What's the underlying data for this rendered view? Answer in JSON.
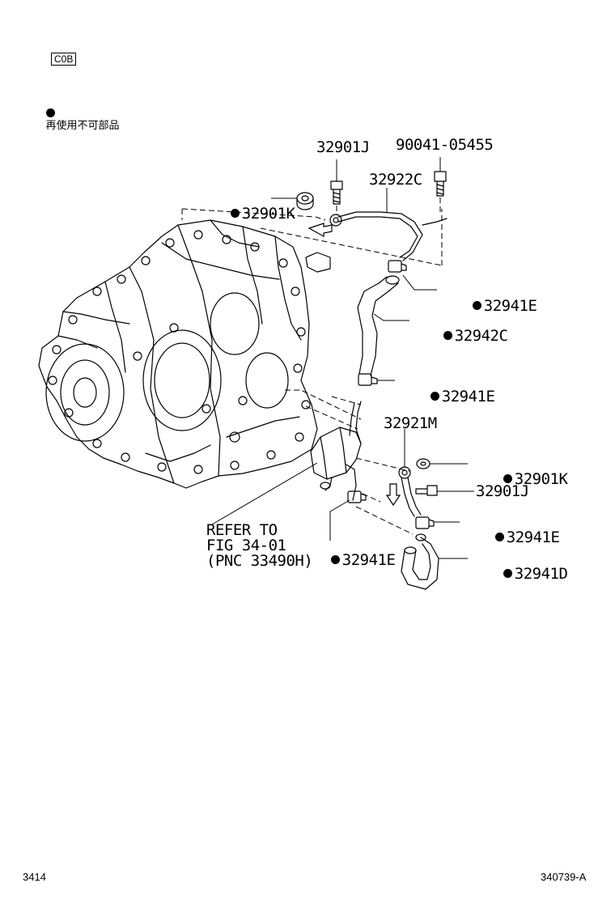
{
  "header": {
    "code_box": "C0B",
    "legend_text": "再使用不可部品"
  },
  "labels": {
    "p32901J_top": "32901J",
    "p90041": "90041-05455",
    "p32922C": "32922C",
    "p32901K_top": "32901K",
    "p32941E_1": "32941E",
    "p32942C": "32942C",
    "p32941E_2": "32941E",
    "p32921M": "32921M",
    "p32901K_bot": "32901K",
    "p32901J_bot": "32901J",
    "p32941E_3": "32941E",
    "p32941D": "32941D",
    "p32941E_4": "32941E",
    "refer_line1": "REFER TO",
    "refer_line2": "FIG 34-01",
    "refer_line3": "(PNC 33490H)"
  },
  "footer": {
    "page_code": "3414",
    "drawing_id": "340739-A"
  },
  "icons": {
    "reuse_mark": "filled-circle-icon"
  }
}
